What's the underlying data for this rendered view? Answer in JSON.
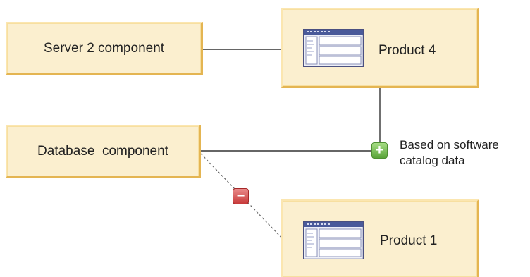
{
  "nodes": {
    "server2": {
      "label": "Server 2 component"
    },
    "database": {
      "label": "Database  component"
    },
    "product4": {
      "label": "Product 4"
    },
    "product1": {
      "label": "Product 1"
    }
  },
  "connectors": {
    "added": {
      "symbol": "+",
      "note_line1": "Based on software",
      "note_line2": "catalog data"
    },
    "removed": {
      "symbol": "−"
    }
  },
  "colors": {
    "box_fill": "#fbefcf",
    "box_border": "#e4b552",
    "add_badge": "#5aa43a",
    "remove_badge": "#c83a3a",
    "line": "#333333"
  }
}
